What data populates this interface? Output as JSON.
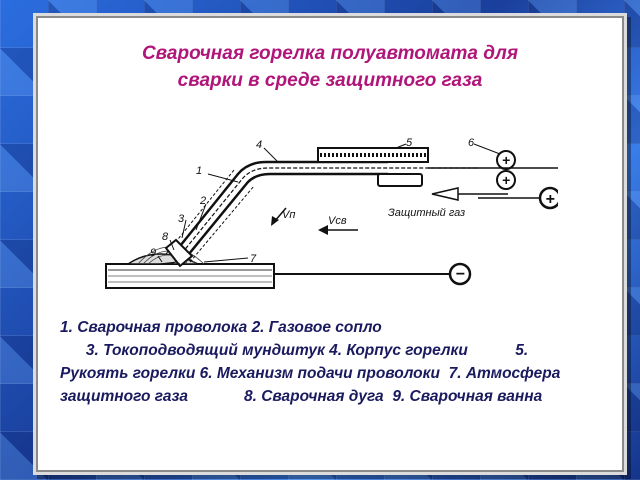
{
  "title": {
    "line1": "Сварочная горелка полуавтомата для",
    "line2": "сварки в среде защитного газа"
  },
  "diagram": {
    "callouts": [
      "1",
      "2",
      "3",
      "4",
      "5",
      "6",
      "7",
      "8",
      "9"
    ],
    "velocity_wire": "Vп",
    "velocity_weld": "Vсв",
    "gas_label": "Защитный газ",
    "polarity_plus": "+",
    "polarity_minus": "−"
  },
  "legend": {
    "items": [
      "1. Сварочная проволока",
      "2. Газовое сопло",
      "3. Токоподводящий мундштук",
      "4. Корпус горелки",
      "5. Рукоять горелки",
      "6. Механизм подачи проволоки",
      "7. Атмосфера защитного газа",
      "8. Сварочная дуга",
      "9. Сварочная ванна"
    ]
  },
  "colors": {
    "title": "#b0157a",
    "legend": "#1a1a5e",
    "background": "#1f4fb8"
  }
}
